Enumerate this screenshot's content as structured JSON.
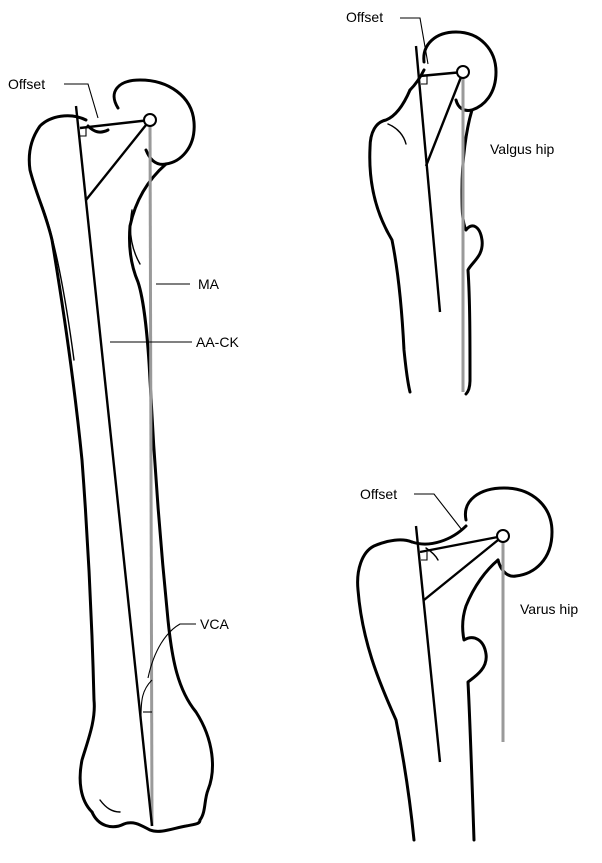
{
  "labels": {
    "main_offset": "Offset",
    "ma": "MA",
    "aa_ck": "AA-CK",
    "vca": "VCA",
    "valgus_offset": "Offset",
    "valgus_title": "Valgus hip",
    "varus_offset": "Offset",
    "varus_title": "Varus hip"
  },
  "colors": {
    "outline": "#000000",
    "mechanical_axis": "#9a9a9a"
  }
}
